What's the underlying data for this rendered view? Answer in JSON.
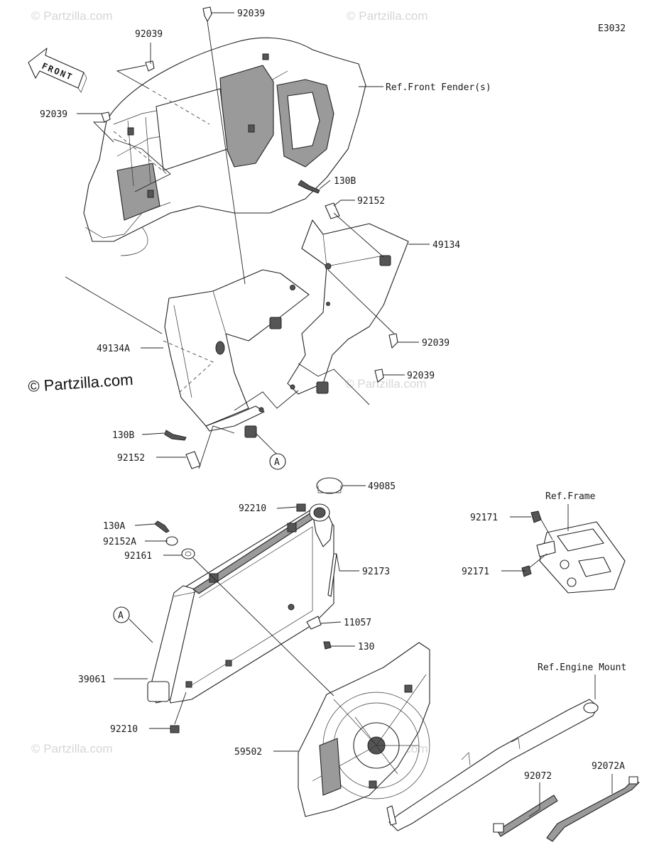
{
  "diagram_code": "E3032",
  "front_arrow_label": "FRONT",
  "callout_circle_letter": "A",
  "watermarks": {
    "primary": "© Partzilla.com",
    "faint": "© Partzilla.com"
  },
  "references": {
    "front_fender": "Ref.Front Fender(s)",
    "frame": "Ref.Frame",
    "engine_mount": "Ref.Engine Mount"
  },
  "parts": {
    "p92039": "92039",
    "p130B": "130B",
    "p92152": "92152",
    "p49134": "49134",
    "p49134A": "49134A",
    "p49085": "49085",
    "p92210": "92210",
    "p130A": "130A",
    "p92152A": "92152A",
    "p92161": "92161",
    "p92173": "92173",
    "p11057": "11057",
    "p130": "130",
    "p39061": "39061",
    "p59502": "59502",
    "p92171": "92171",
    "p92072": "92072",
    "p92072A": "92072A"
  },
  "colors": {
    "line": "#222222",
    "shade": "#9a9a9a",
    "watermark": "#d6d6d6"
  }
}
